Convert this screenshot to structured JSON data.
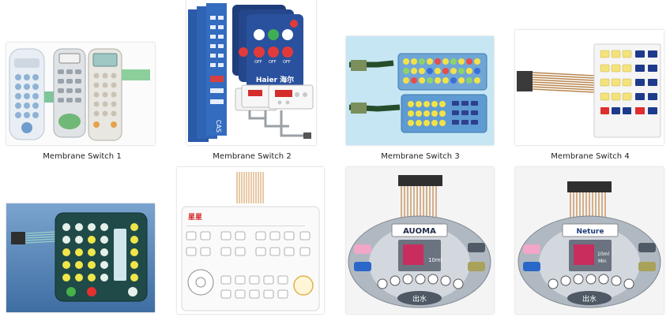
{
  "gallery": {
    "captions": [
      "Membrane Switch 1",
      "Membrane Switch 2",
      "Membrane Switch 3",
      "Membrane Switch 4"
    ],
    "image_text": {
      "haier_logo": "Haier 海尔",
      "off_label": "OFF",
      "cas_label": "CAS",
      "brand_chinese": "星星",
      "auoma_logo": "AUOMA",
      "neture_logo": "Neture",
      "outlet_label": "出水",
      "display_unit": "10ml",
      "display_unit_2": "Min"
    }
  }
}
